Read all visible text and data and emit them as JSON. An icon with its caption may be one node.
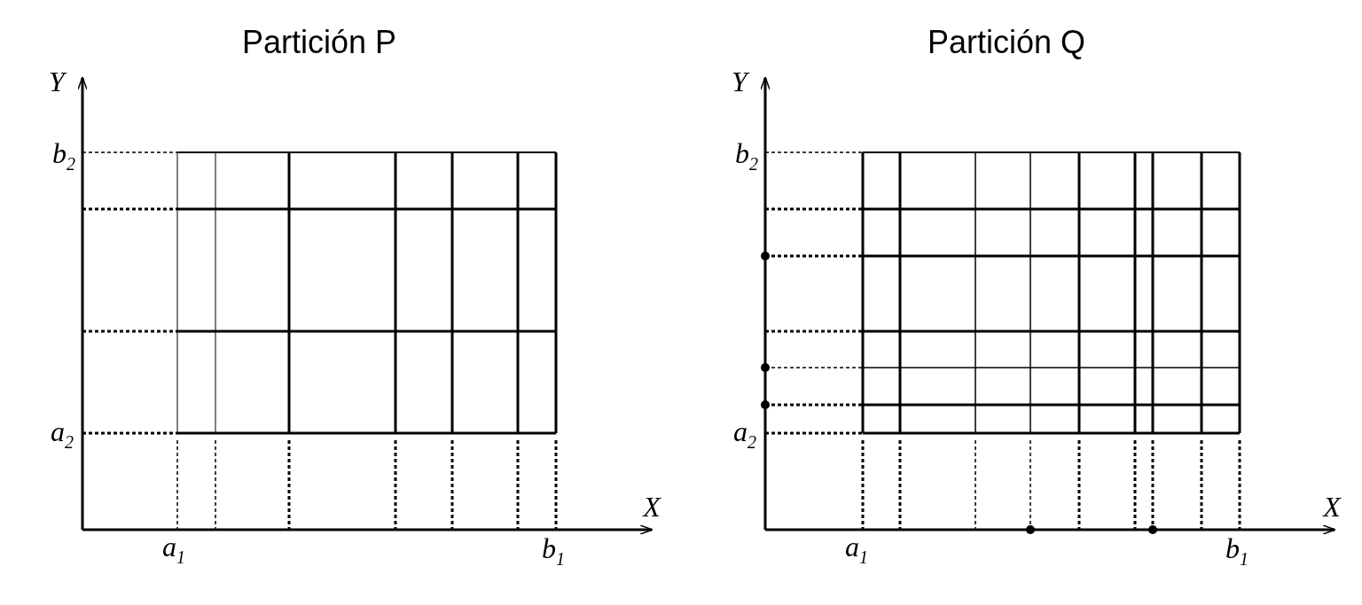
{
  "diagram": {
    "labels": [
      "Partición P",
      "Partición Q",
      "Y",
      "Y",
      "b$_{2}$",
      "b$_{2}$",
      "a$_{2}$",
      "a$_{2}$",
      "X",
      "X",
      "a$_{1}$",
      "b$_{1}$",
      "a$_{1}$",
      "b$_{1}$"
    ]
  }
}
